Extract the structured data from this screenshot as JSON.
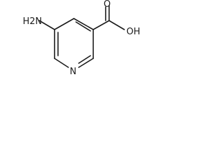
{
  "molecule": {
    "labels": {
      "amino_group": "H2N",
      "ring_nitrogen": "N",
      "carbonyl_oxygen": "O",
      "hydroxyl_group": "OH"
    }
  }
}
